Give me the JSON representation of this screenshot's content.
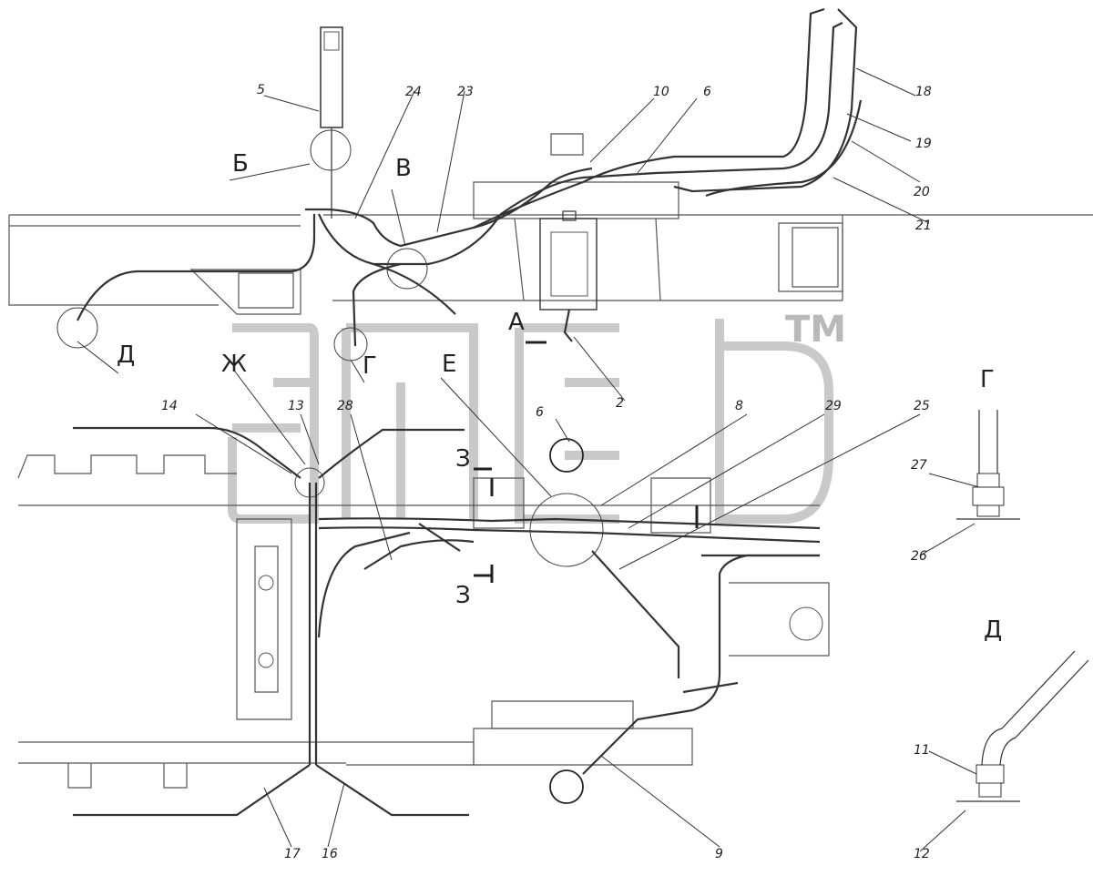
{
  "watermark": {
    "text": "ТМ"
  },
  "views": {
    "b": "Б",
    "v": "В",
    "d_top": "Д",
    "g_top": "Г",
    "zh": "Ж",
    "a": "А",
    "e": "Е",
    "z_top": "З",
    "z_bottom": "З",
    "g_detail": "Г",
    "d_detail": "Д"
  },
  "labels": {
    "n5": "5",
    "n24": "24",
    "n23": "23",
    "n10": "10",
    "n6a": "6",
    "n18": "18",
    "n19": "19",
    "n20": "20",
    "n21": "21",
    "n2": "2",
    "n14": "14",
    "n13": "13",
    "n28": "28",
    "n6b": "6",
    "n8": "8",
    "n29": "29",
    "n25": "25",
    "n27": "27",
    "n26": "26",
    "n17": "17",
    "n16": "16",
    "n9": "9",
    "n11": "11",
    "n12": "12"
  }
}
